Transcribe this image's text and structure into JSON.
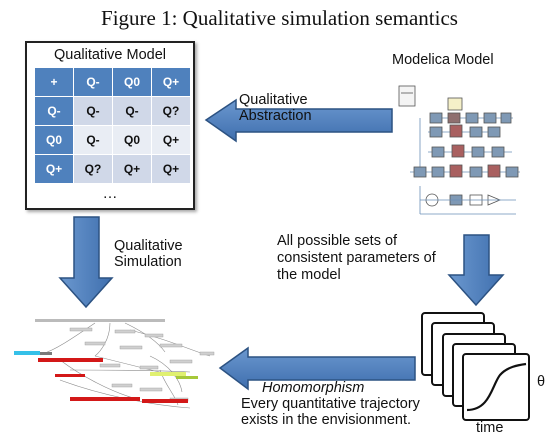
{
  "figure": {
    "title": "Figure 1: Qualitative simulation semantics"
  },
  "qualitative_model": {
    "title": "Qualitative Model",
    "table": [
      [
        "+",
        "Q-",
        "Q0",
        "Q+"
      ],
      [
        "Q-",
        "Q-",
        "Q-",
        "Q?"
      ],
      [
        "Q0",
        "Q-",
        "Q0",
        "Q+"
      ],
      [
        "Q+",
        "Q?",
        "Q+",
        "Q+"
      ]
    ],
    "ellipsis": "…"
  },
  "modelica": {
    "title": "Modelica Model"
  },
  "arrows": {
    "abstraction": [
      "Qualitative",
      "Abstraction"
    ],
    "simulation": [
      "Qualitative",
      "Simulation"
    ],
    "parameters": [
      "All possible sets of",
      "consistent parameters of",
      "the model"
    ],
    "homomorphism": {
      "title": "Homomorphism",
      "lines": [
        "Every quantitative trajectory",
        "exists in the envisionment."
      ]
    }
  },
  "trajectories": {
    "y_label": "θ",
    "x_label": "time"
  },
  "colors": {
    "arrow_fill": "#4f81bd",
    "arrow_stroke": "#2c5282",
    "table_header": "#4f81bd",
    "table_cell": "#d0d8e8",
    "table_cell_alt": "#e9edf4"
  }
}
